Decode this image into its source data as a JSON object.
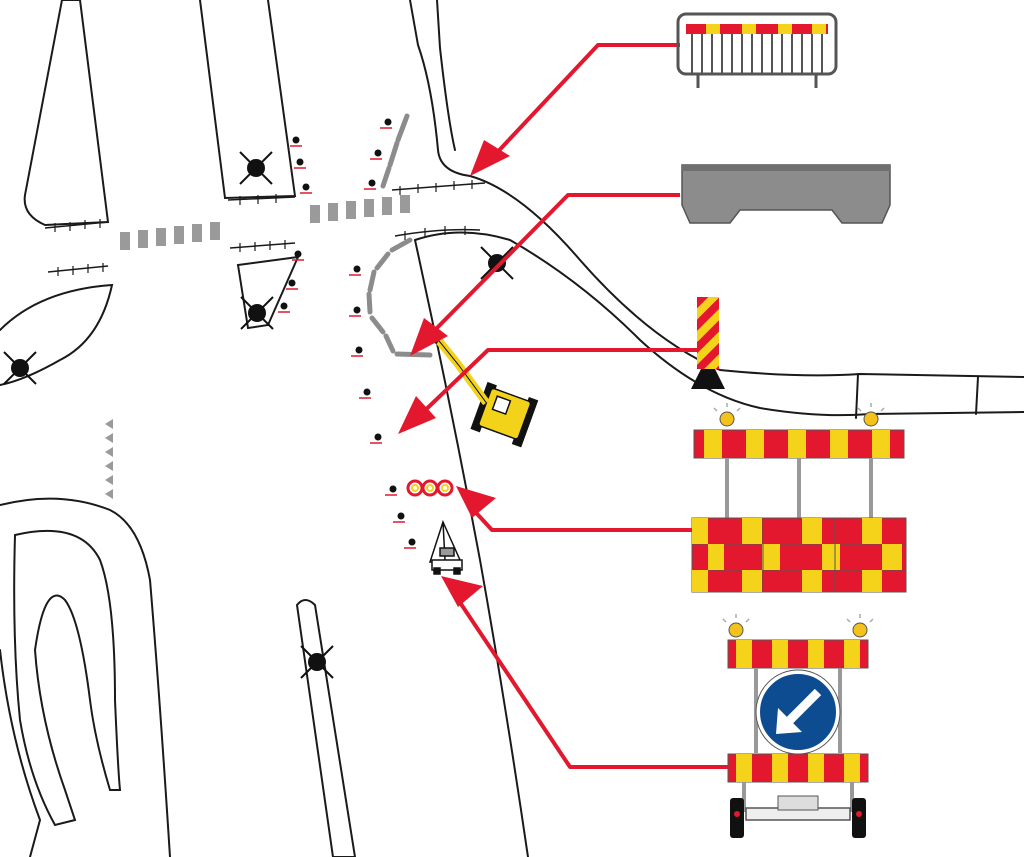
{
  "title": "",
  "colors": {
    "background": "#ffffff",
    "road_line": "#1a1a1a",
    "arrow": "#e3172d",
    "stripe_red": "#e3172d",
    "stripe_yellow": "#f6d31b",
    "barrier_grey": "#8c8c8c",
    "crosswalk_grey": "#9a9a9a",
    "excavator_yellow": "#f3d21a",
    "sign_blue": "#0e4c92",
    "lamp_amber": "#f4c21b"
  },
  "legend_items": [
    {
      "id": "steel-fence-barrier",
      "icon": "fence-barrier-icon"
    },
    {
      "id": "concrete-barrier",
      "icon": "concrete-barrier-icon"
    },
    {
      "id": "striped-delineator-post",
      "icon": "delineator-post-icon"
    },
    {
      "id": "barrier-board-stack",
      "icon": "barrier-board-icon"
    },
    {
      "id": "keep-left-sign-trailer",
      "icon": "keep-left-sign-trailer-icon"
    }
  ],
  "map_objects": [
    {
      "id": "excavator",
      "icon": "excavator-icon"
    },
    {
      "id": "sign-trailer-topview",
      "icon": "trailer-topview-icon"
    },
    {
      "id": "street-lamps",
      "icon": "street-lamp-icon"
    },
    {
      "id": "traffic-cones",
      "icon": "traffic-cone-icon"
    }
  ]
}
